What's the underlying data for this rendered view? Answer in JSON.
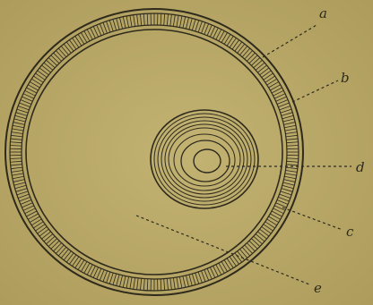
{
  "figure": {
    "labels": {
      "a": "a",
      "b": "b",
      "c": "c",
      "d": "d",
      "e": "e"
    },
    "ink_color": "#2e2a1c",
    "paper_color": "#b9a868"
  }
}
